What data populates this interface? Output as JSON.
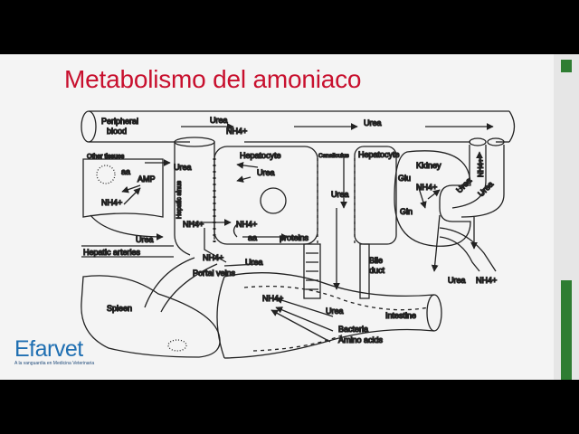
{
  "slide": {
    "title": "Metabolismo del amoniaco",
    "colors": {
      "title": "#c8102e",
      "logo": "#1f6fb2",
      "accent": "#2e7d32"
    }
  },
  "diagram": {
    "labels": {
      "peripheral_1": "Peripheral",
      "peripheral_2": "blood",
      "urea_top_left": "Urea",
      "nh4_top": "NH4+",
      "urea_top_right": "Urea",
      "other_tissues": "Other tissues",
      "aa_left": "aa",
      "amp": "AMP",
      "nh4_tissue": "NH4+",
      "urea_tissue": "Urea",
      "hepatic_sinus": "Hepatic sinus",
      "hepatocyte_1": "Hepatocyte",
      "canaliculus": "Canaliculus",
      "hepatocyte_2": "Hepatocyte",
      "urea_hep": "Urea",
      "urea_canal": "Urea",
      "nh4_sinus": "NH4+",
      "nh4_hep": "NH4+",
      "aa_hep": "aa",
      "proteins": "proteins",
      "urea_mid": "Urea",
      "hepatic_arteries": "Hepatic arteries",
      "nh4_portal": "NH4+",
      "urea_portal": "Urea",
      "portal_veins": "Portal veins",
      "spleen": "Spleen",
      "bile_1": "Bile",
      "bile_2": "duct",
      "kidney": "Kidney",
      "glu": "Glu",
      "nh4_kidney": "NH4+",
      "gln": "Gln",
      "urea_k1": "Urea",
      "urea_k2": "Urea",
      "nh4_vertical": "NH4+",
      "urea_bottom": "Urea",
      "nh4_bottom": "NH4+",
      "nh4_intestine": "NH4+",
      "urea_intestine": "Urea",
      "intestine": "Intestine",
      "bacteria": "Bacteria",
      "amino_acids": "Amino acids"
    }
  },
  "logo": {
    "brand": "Efarvet",
    "tagline": "A la vanguardia en Medicina Veterinaria"
  }
}
